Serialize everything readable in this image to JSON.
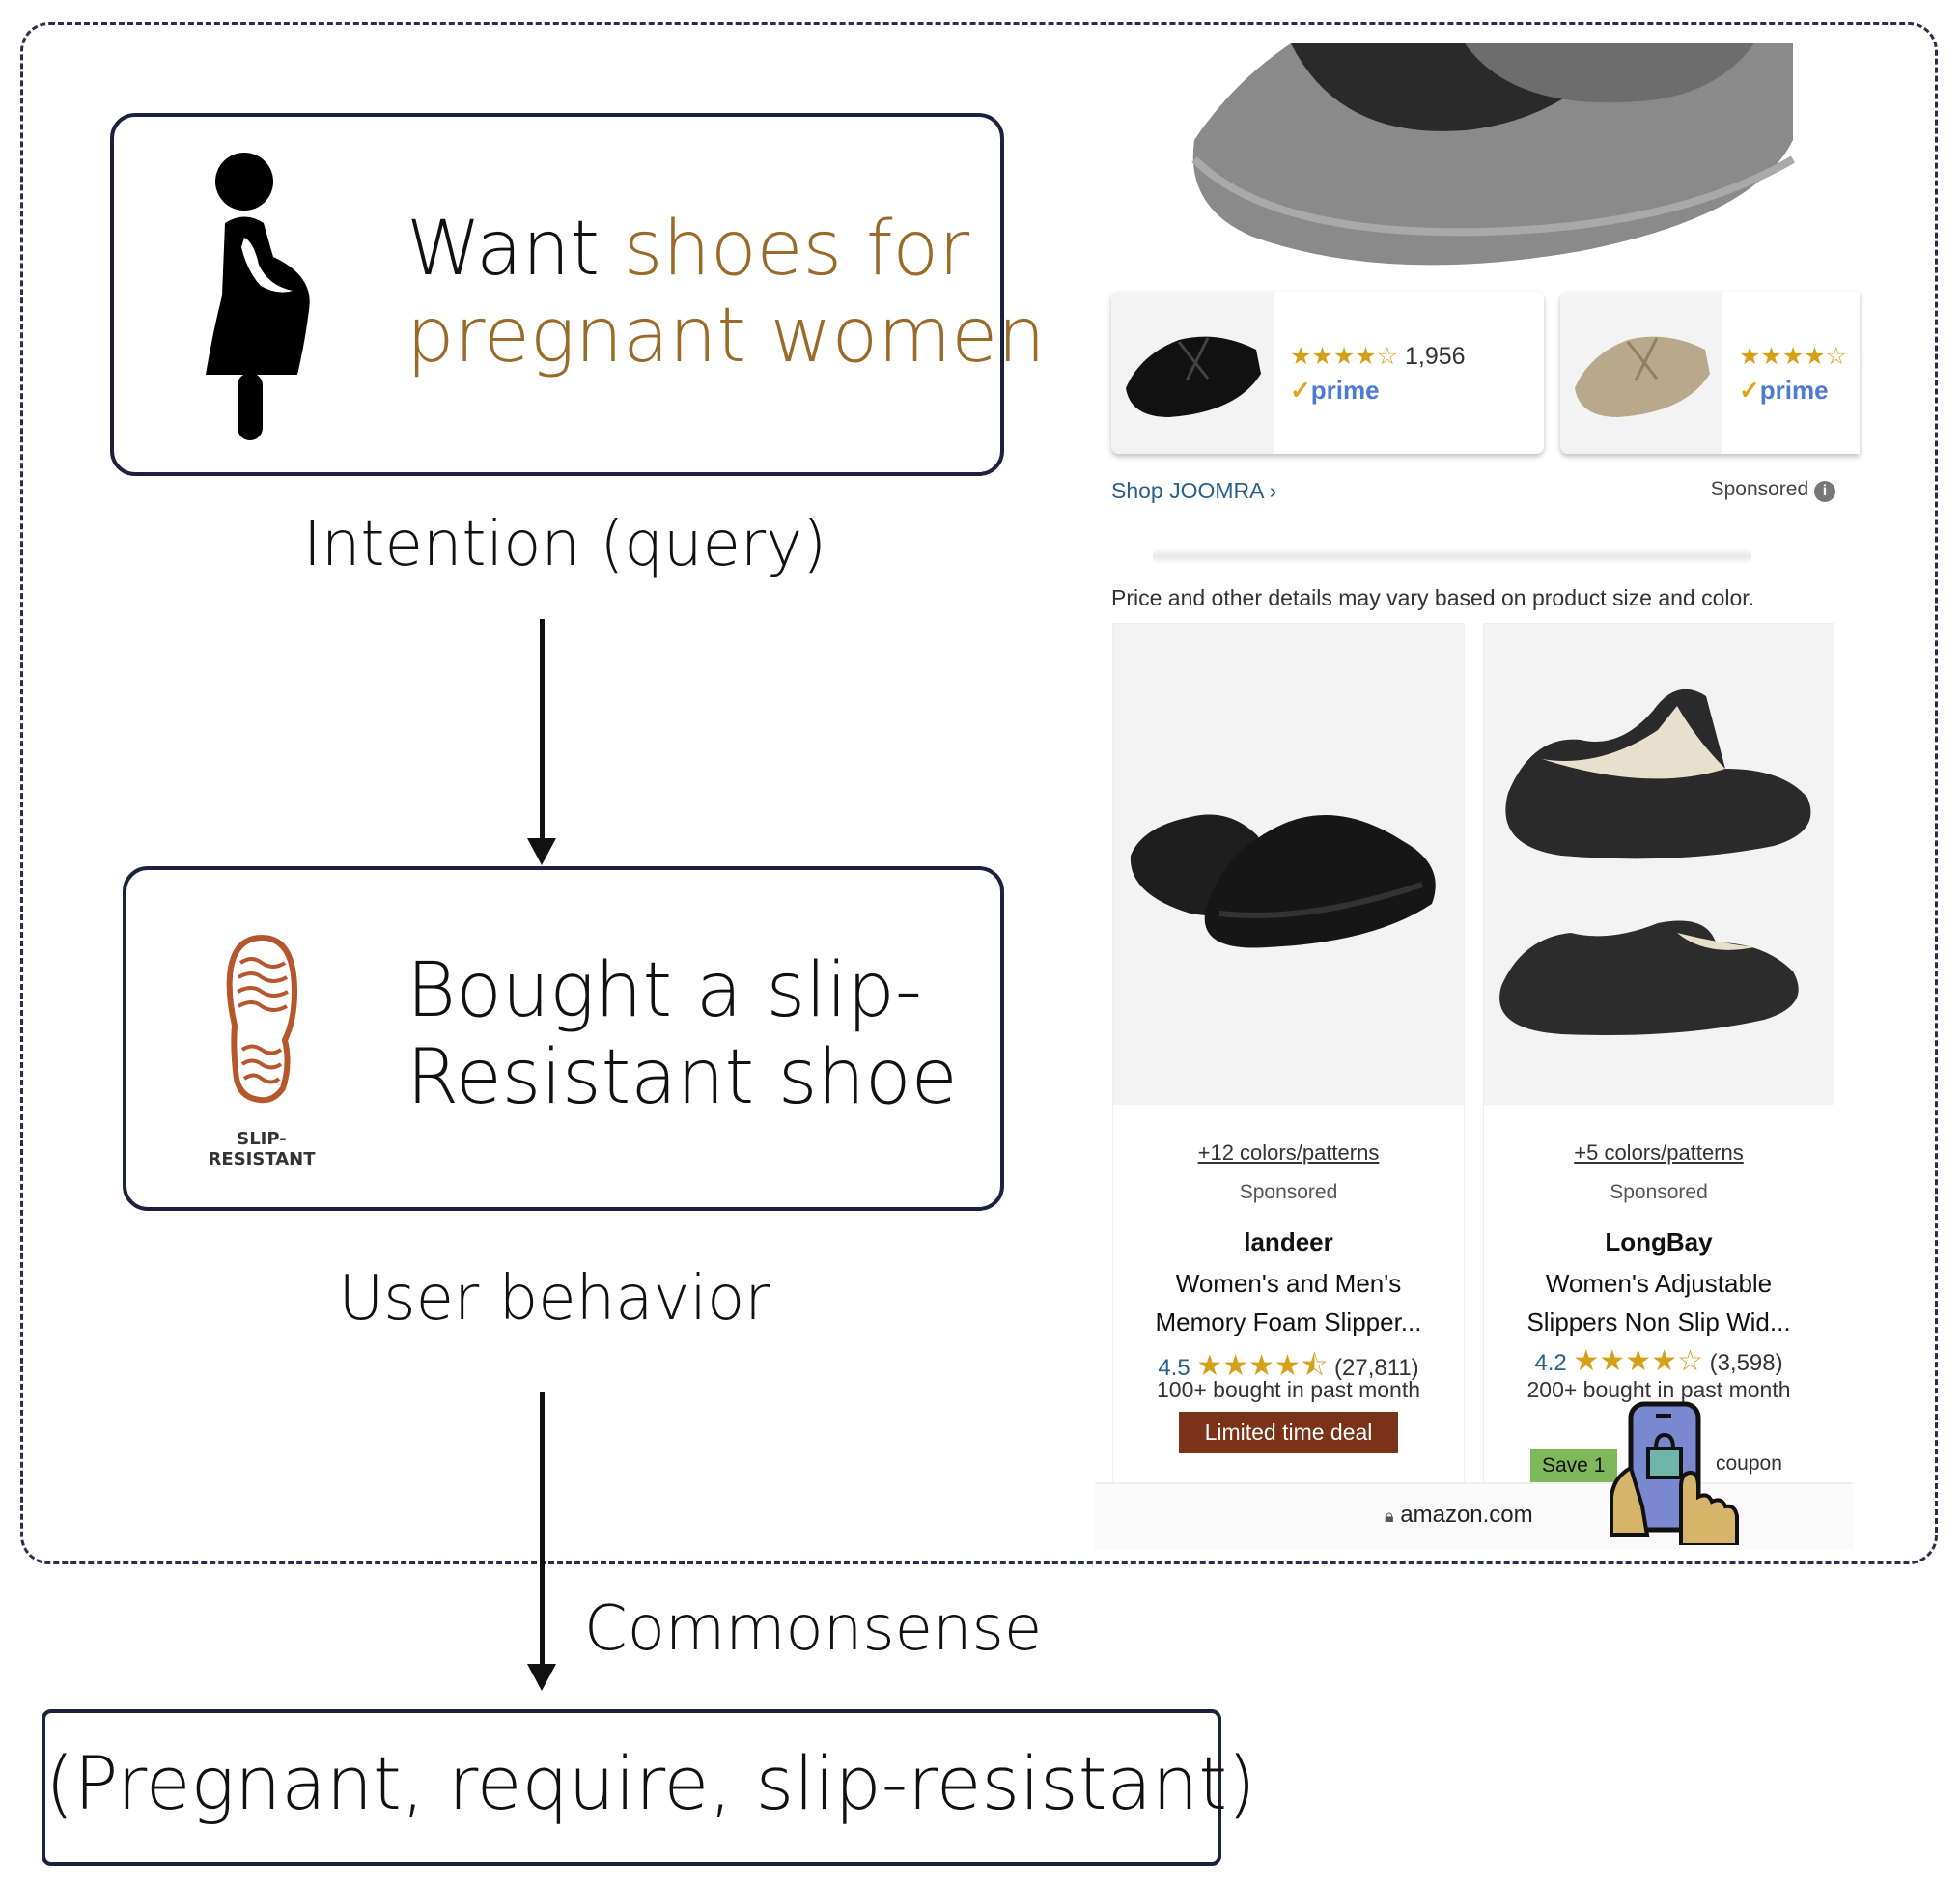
{
  "intention": {
    "text_plain": "Want ",
    "text_highlight_1": "shoes for",
    "text_highlight_2": "pregnant women",
    "label": "Intention (query)",
    "icon": "pregnant-woman-icon"
  },
  "behavior": {
    "line1": "Bought a slip-",
    "line2": "Resistant shoe",
    "icon_label": "SLIP-RESISTANT",
    "label": "User behavior",
    "icon": "shoe-sole-icon"
  },
  "commonsense": {
    "label": "Commonsense",
    "triple": "(Pregnant, require, slip-resistant)"
  },
  "colors": {
    "highlight": "#9a6a2a",
    "border": "#1c2140",
    "deal": "#7a3218",
    "link": "#2a5f8a"
  },
  "amazon": {
    "carousel": [
      {
        "rating_count": "1,956",
        "prime": "prime"
      },
      {
        "prime": "prime"
      }
    ],
    "shop_link": "Shop JOOMRA ›",
    "sponsored": "Sponsored",
    "price_note": "Price and other details may vary based on product size and color.",
    "products": [
      {
        "colors": "+12 colors/patterns",
        "sponsored": "Sponsored",
        "brand": "landeer",
        "title1": "Women's and Men's",
        "title2": "Memory Foam Slipper...",
        "rating": "4.5",
        "stars": "★★★★⯪",
        "reviews": "(27,811)",
        "bought": "100+ bought in past month",
        "badge": "Limited time deal"
      },
      {
        "colors": "+5 colors/patterns",
        "sponsored": "Sponsored",
        "brand": "LongBay",
        "title1": "Women's Adjustable",
        "title2": "Slippers Non Slip Wid...",
        "rating": "4.2",
        "stars": "★★★★☆",
        "reviews": "(3,598)",
        "bought": "200+ bought in past month",
        "badge": "Save 1",
        "coupon": "coupon"
      }
    ],
    "url": "amazon.com"
  }
}
